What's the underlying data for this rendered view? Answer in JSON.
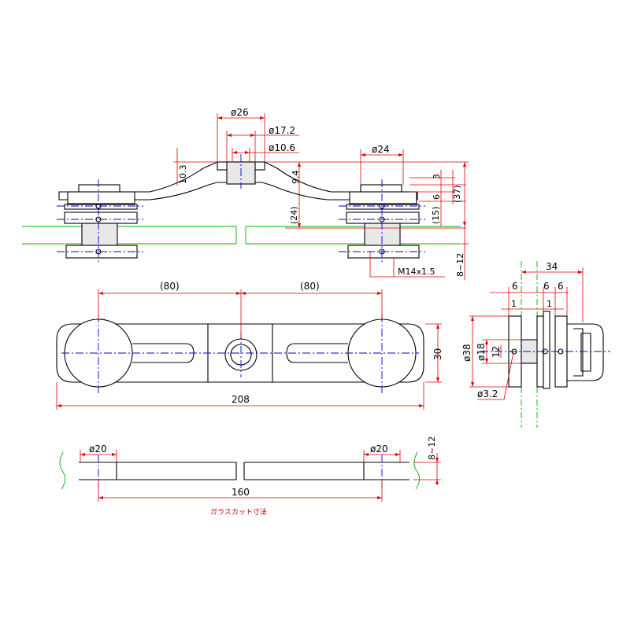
{
  "front_view": {
    "dims": {
      "d26": "ø26",
      "d17_2": "ø17.2",
      "d10_6": "ø10.6",
      "d24": "ø24",
      "d10_3": "10.3",
      "d9_4": "9.4",
      "d24_ref": "(24)",
      "d3": "3",
      "d6": "6",
      "d15_ref": "(15)",
      "d37_ref": "(37)",
      "thread": "M14x1.5",
      "glass_thk": "8~12"
    }
  },
  "plan_view": {
    "dims": {
      "spacing_left": "(80)",
      "spacing_right": "(80)",
      "overall_length": "208",
      "width": "30"
    }
  },
  "side_view": {
    "dims": {
      "d34": "34",
      "d6a": "6",
      "d6b": "6",
      "d6c": "6",
      "d1a": "1",
      "d1b": "1",
      "d38": "ø38",
      "d18": "ø18",
      "d12": "12",
      "d3_2": "ø3.2"
    }
  },
  "glass_cut_view": {
    "dims": {
      "hole_left": "ø20",
      "hole_right": "ø20",
      "hole_pitch": "160",
      "glass_thk": "8~12"
    },
    "caption": "ガラスカット寸法"
  }
}
